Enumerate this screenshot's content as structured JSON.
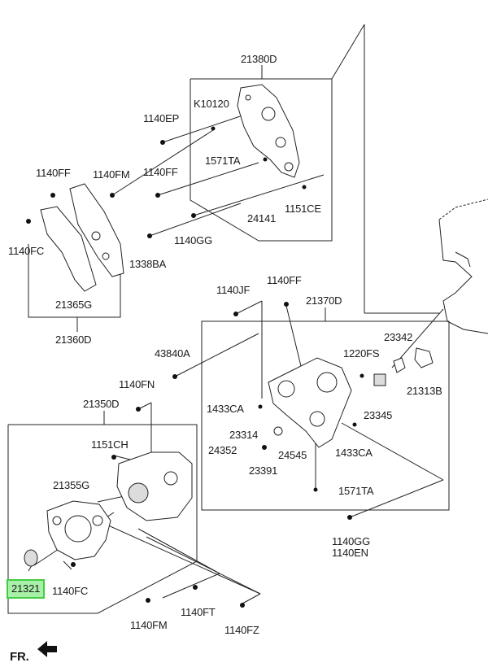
{
  "labels": {
    "p21380D": "21380D",
    "pK10120": "K10120",
    "p1140EP": "1140EP",
    "p1140FF_a": "1140FF",
    "p1140FM_a": "1140FM",
    "p1140FF_b": "1140FF",
    "p1571TA_a": "1571TA",
    "p1140FC_a": "1140FC",
    "p24141": "24141",
    "p1151CE": "1151CE",
    "p1140GG_a": "1140GG",
    "p1338BA": "1338BA",
    "p21365G": "21365G",
    "p21360D": "21360D",
    "p1140JF": "1140JF",
    "p1140FF_c": "1140FF",
    "p21370D": "21370D",
    "p43840A": "43840A",
    "p23342": "23342",
    "p1220FS": "1220FS",
    "p21313B": "21313B",
    "p1140FN": "1140FN",
    "p1433CA_a": "1433CA",
    "p21350D": "21350D",
    "p23345": "23345",
    "p23314": "23314",
    "p24352": "24352",
    "p24545": "24545",
    "p1433CA_b": "1433CA",
    "p23391": "23391",
    "p1151CH": "1151CH",
    "p21355G": "21355G",
    "p1571TA_b": "1571TA",
    "p1140GG_b": "1140GG",
    "p1140EN": "1140EN",
    "p21321": "21321",
    "p1140FC_b": "1140FC",
    "p1140FM_b": "1140FM",
    "p1140FT": "1140FT",
    "p1140FZ": "1140FZ",
    "fr": "FR."
  },
  "highlight_color": "#a8f0a8"
}
